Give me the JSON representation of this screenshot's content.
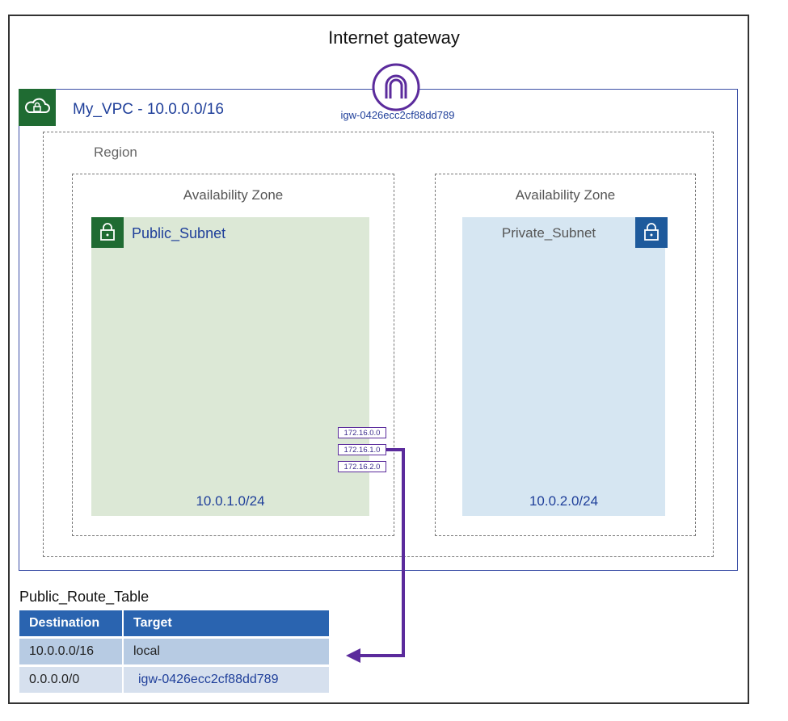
{
  "gateway": {
    "title": "Internet gateway",
    "id": "igw-0426ecc2cf88dd789",
    "icon": "internet-gateway-icon"
  },
  "vpc": {
    "label": "My_VPC - 10.0.0.0/16",
    "icon": "cloud-lock-icon"
  },
  "region": {
    "label": "Region"
  },
  "zones": [
    {
      "label": "Availability Zone",
      "subnet": {
        "name": "Public_Subnet",
        "cidr": "10.0.1.0/24",
        "icon": "lock-icon"
      }
    },
    {
      "label": "Availability Zone",
      "subnet": {
        "name": "Private_Subnet",
        "cidr": "10.0.2.0/24",
        "icon": "lock-icon"
      }
    }
  ],
  "route_entries": [
    "172.16.0.0",
    "172.16.1.0",
    "172.16.2.0"
  ],
  "route_table": {
    "title": "Public_Route_Table",
    "headers": [
      "Destination",
      "Target"
    ],
    "rows": [
      [
        "10.0.0.0/16",
        "local"
      ],
      [
        "0.0.0.0/0",
        "igw-0426ecc2cf88dd789"
      ]
    ]
  },
  "colors": {
    "vpc_green": "#1f6b32",
    "private_blue": "#1e5a9c",
    "table_header": "#2a64b0",
    "arrow_purple": "#5b2b9c",
    "label_blue": "#1f3f9a"
  }
}
